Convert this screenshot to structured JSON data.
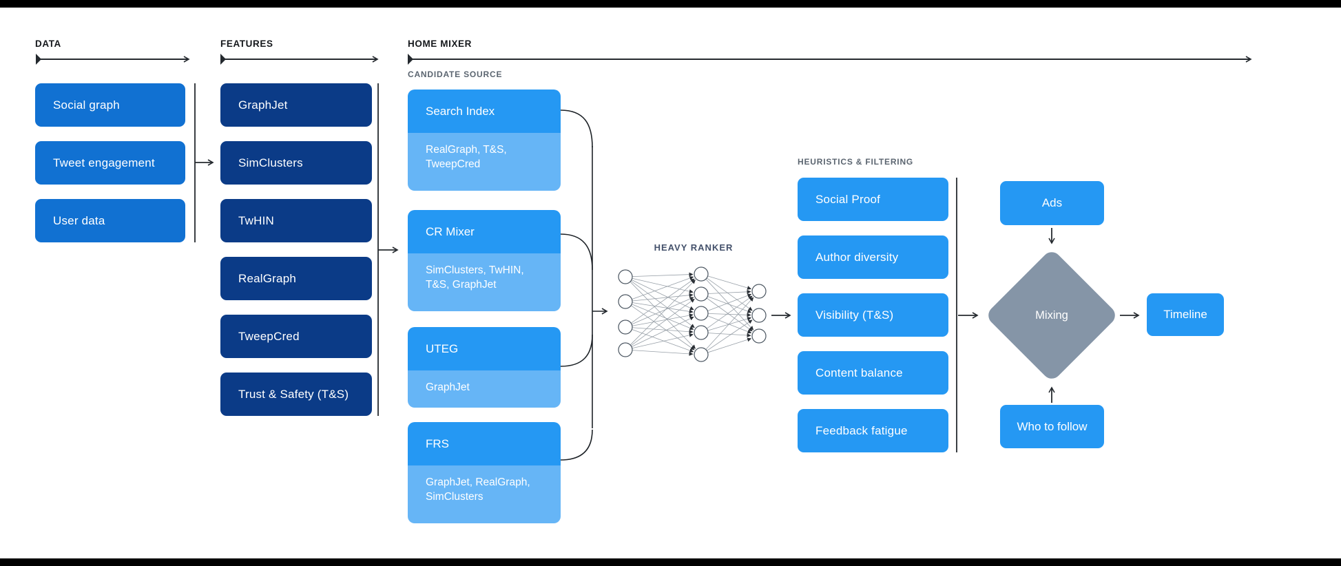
{
  "sections": {
    "data": {
      "label": "DATA",
      "boxes": [
        "Social graph",
        "Tweet engagement",
        "User data"
      ]
    },
    "features": {
      "label": "FEATURES",
      "boxes": [
        "GraphJet",
        "SimClusters",
        "TwHIN",
        "RealGraph",
        "TweepCred",
        "Trust & Safety (T&S)"
      ]
    },
    "home_mixer": {
      "label": "HOME MIXER",
      "candidate_source": {
        "label": "CANDIDATE SOURCE",
        "groups": [
          {
            "name": "Search Index",
            "uses": "RealGraph, T&S, TweepCred"
          },
          {
            "name": "CR Mixer",
            "uses": "SimClusters, TwHIN, T&S, GraphJet"
          },
          {
            "name": "UTEG",
            "uses": "GraphJet"
          },
          {
            "name": "FRS",
            "uses": "GraphJet, RealGraph, SimClusters"
          }
        ]
      },
      "heavy_ranker": {
        "label": "HEAVY RANKER",
        "layers": [
          4,
          5,
          3
        ]
      },
      "heuristics": {
        "label": "HEURISTICS & FILTERING",
        "boxes": [
          "Social Proof",
          "Author diversity",
          "Visibility (T&S)",
          "Content balance",
          "Feedback fatigue"
        ]
      },
      "mixing": {
        "ads": "Ads",
        "diamond": "Mixing",
        "who_to_follow": "Who to follow",
        "timeline": "Timeline"
      }
    }
  },
  "colors": {
    "data_box": "#1171d2",
    "feature_box": "#0b3b87",
    "primary_box": "#2598f3",
    "sub_box": "#66b5f6",
    "mixing_diamond": "#8595a7",
    "line": "#24292e",
    "net_edge": "#979fa7",
    "label_dark": "#15181c",
    "label_gray": "#5b6570",
    "heavy_ranker_label": "#44516b"
  }
}
